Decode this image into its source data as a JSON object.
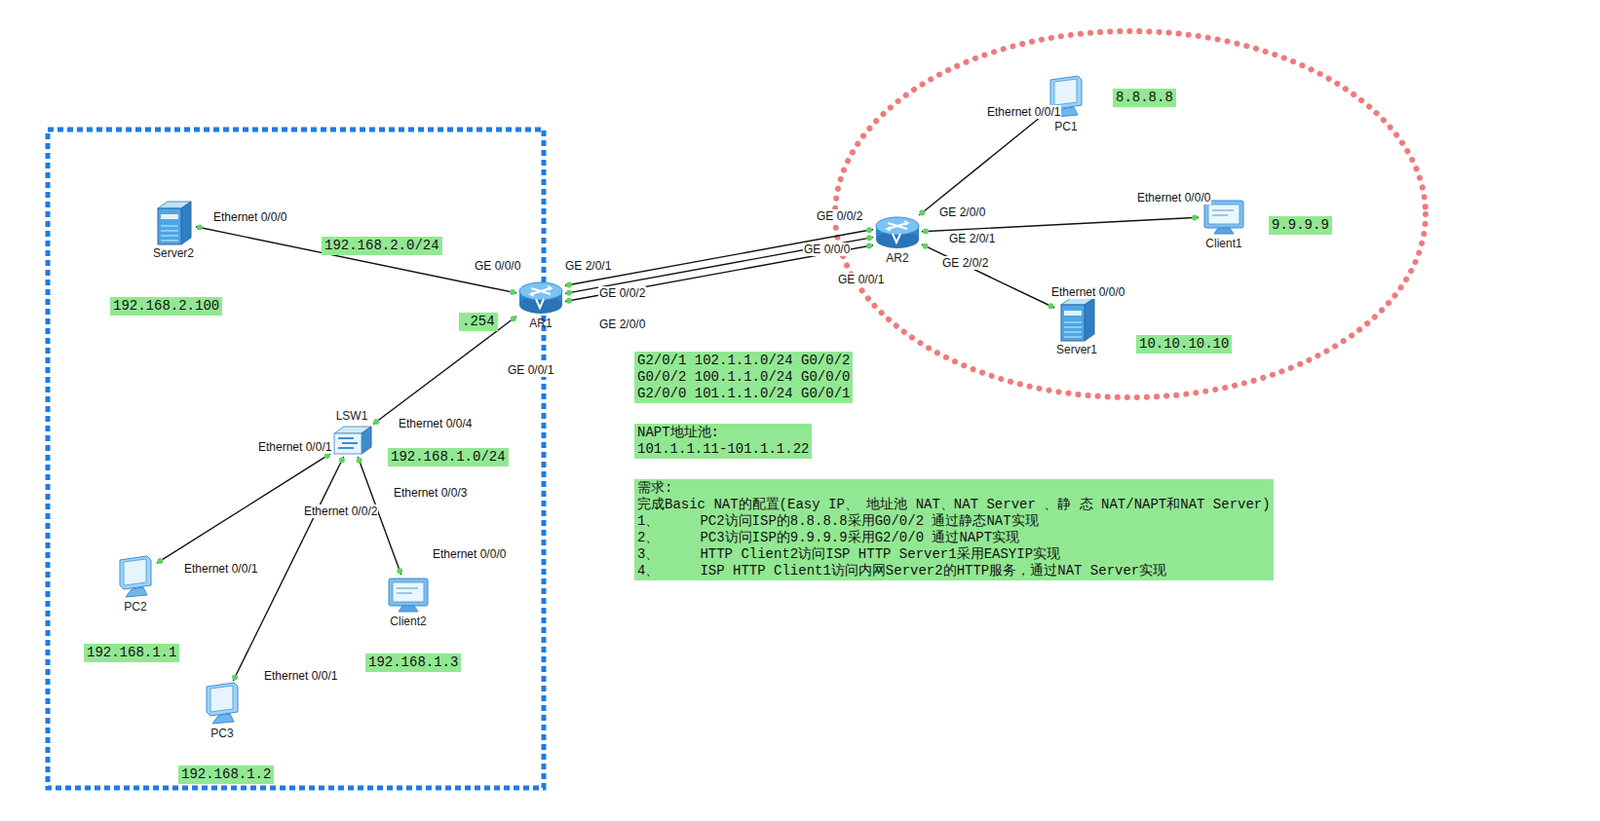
{
  "diagram": {
    "nodes": [
      {
        "text": [
          "Server2"
        ]
      },
      {
        "text": [
          "AR1"
        ]
      },
      {
        "text": [
          "LSW1"
        ]
      },
      {
        "text": [
          "PC2"
        ]
      },
      {
        "text": [
          "PC3"
        ]
      },
      {
        "text": [
          "Client2"
        ]
      },
      {
        "text": [
          "AR2"
        ]
      },
      {
        "text": [
          "PC1"
        ]
      },
      {
        "text": [
          "Client1"
        ]
      },
      {
        "text": [
          "Server1"
        ]
      }
    ],
    "edges": [
      {
        "from": 0,
        "to": 1,
        "arrow": "none"
      },
      {
        "from": 1,
        "to": 2,
        "arrow": "none"
      },
      {
        "from": 2,
        "to": 3,
        "arrow": "none"
      },
      {
        "from": 2,
        "to": 4,
        "arrow": "none"
      },
      {
        "from": 2,
        "to": 5,
        "arrow": "none"
      },
      {
        "from": 1,
        "to": 6,
        "arrow": "none"
      },
      {
        "from": 1,
        "to": 6,
        "arrow": "none"
      },
      {
        "from": 1,
        "to": 6,
        "arrow": "none"
      },
      {
        "from": 6,
        "to": 7,
        "arrow": "none"
      },
      {
        "from": 6,
        "to": 8,
        "arrow": "none"
      },
      {
        "from": 6,
        "to": 9,
        "arrow": "none"
      }
    ],
    "labels": [
      "Ethernet 0/0/0",
      "192.168.2.0/24",
      "192.168.2.100",
      "GE 0/0/0",
      "GE 2/0/1",
      "GE 0/0/2",
      "GE 2/0/0",
      ".254",
      "GE 0/0/1",
      "Ethernet 0/0/4",
      "192.168.1.0/24",
      "Ethernet 0/0/1",
      "Ethernet 0/0/3",
      "Ethernet 0/0/2",
      "Ethernet 0/0/0",
      "Ethernet 0/0/1",
      "192.168.1.1",
      "192.168.1.3",
      "Ethernet 0/0/1",
      "192.168.1.2",
      "Ethernet 0/0/1",
      "8.8.8.8",
      "GE 0/0/2",
      "GE 2/0/0",
      "GE 2/0/1",
      "GE 0/0/0",
      "GE 2/0/2",
      "GE 0/0/1",
      "Ethernet 0/0/0",
      "9.9.9.9",
      "Ethernet 0/0/0",
      "10.10.10.10",
      "G2/0/1 102.1.1.0/24 G0/0/2",
      "G0/0/2 100.1.1.0/24 G0/0/0",
      "G2/0/0 101.1.1.0/24 G0/0/1",
      "NAPT地址池:",
      "101.1.1.11-101.1.1.22",
      "需求:",
      "完成Basic NAT的配置(Easy IP、 地址池 NAT、NAT Server 、静 态 NAT/NAPT和NAT Server)",
      "1、     PC2访问ISP的8.8.8.8采用G0/0/2 通过静态NAT实现",
      "2、     PC3访问ISP的9.9.9.9采用G2/0/0 通过NAPT实现",
      "3、     HTTP Client2访问ISP HTTP Server1采用EASYIP实现",
      "4、     ISP HTTP Client1访问内网Server2的HTTP服务，通过NAT Server实现"
    ]
  }
}
